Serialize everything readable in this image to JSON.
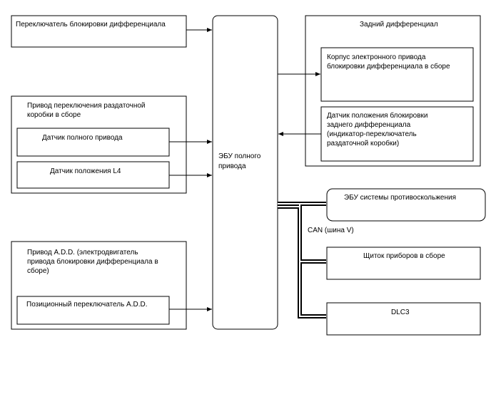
{
  "blocks": {
    "diff_lock_switch": "Переключатель блокировки дифференциала",
    "transfer_actuator": [
      "Привод переключения раздаточной",
      "коробки в сборе"
    ],
    "fourwd_sensor": "Датчик полного привода",
    "l4_sensor": "Датчик положения L4",
    "add_actuator": [
      "Привод A.D.D. (электродвигатель",
      "привода блокировки дифференциала в",
      "сборе)"
    ],
    "add_position_switch": "Позиционный переключатель A.D.D.",
    "ecu_4wd": [
      "ЭБУ полного",
      "привода"
    ],
    "rear_diff": "Задний дифференциал",
    "electronic_lock_housing": [
      "Корпус электронного привода",
      "блокировки дифференциала в сборе"
    ],
    "rear_lock_position_sensor": [
      "Датчик положения блокировки",
      "заднего дифференциала",
      "(индикатор-переключатель",
      "раздаточной коробки)"
    ],
    "skid_control_ecu": "ЭБУ системы противоскольжения",
    "combination_meter": "Щиток приборов в сборе",
    "dlc3": "DLC3"
  },
  "bus_label": "CAN (шина V)"
}
